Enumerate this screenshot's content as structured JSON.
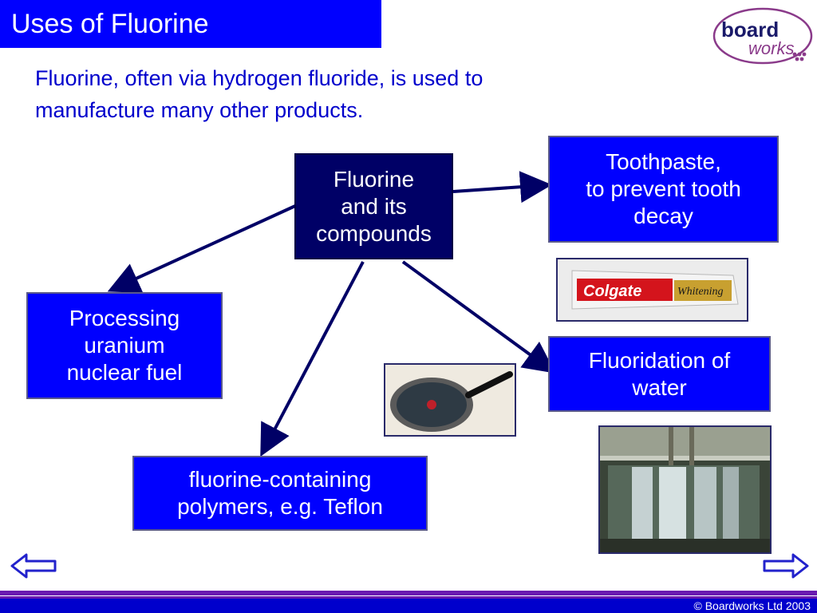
{
  "slide": {
    "title": "Uses of Fluorine",
    "intro_line1": "Fluorine, often via hydrogen fluoride, is used to",
    "intro_line2": "manufacture many other products."
  },
  "logo": {
    "word1": "board",
    "word2": "works"
  },
  "diagram": {
    "center": [
      "Fluorine",
      "and its",
      "compounds"
    ],
    "toothpaste": [
      "Toothpaste,",
      "to prevent tooth",
      "decay"
    ],
    "uranium": [
      "Processing",
      "uranium",
      "nuclear fuel"
    ],
    "water": [
      "Fluoridation of",
      "water"
    ],
    "polymers": [
      "fluorine-containing",
      "polymers, e.g. Teflon"
    ]
  },
  "photos": {
    "toothpaste_brand": "Colgate",
    "toothpaste_variant": "Whitening"
  },
  "footer": {
    "copyright": "© Boardworks Ltd 2003"
  },
  "colors": {
    "box_blue": "#0000ff",
    "center_navy": "#000066",
    "intro_text": "#0000cc",
    "arrow": "#000066",
    "footer_purple": "#6a1ab0"
  }
}
